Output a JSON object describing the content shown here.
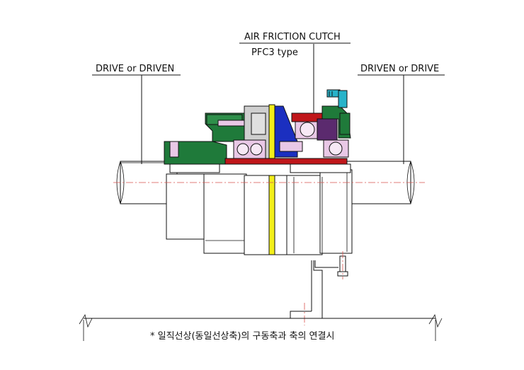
{
  "labels": {
    "clutch_title": "AIR FRICTION CUTCH",
    "clutch_type": "PFC3  type",
    "left_shaft": "DRIVE or DRIVEN",
    "right_shaft": "DRIVEN or DRIVE"
  },
  "caption": "* 일직선상(동일선상축)의 구동축과 축의 연결시",
  "colors": {
    "housing_green": "#1f7a3a",
    "piston_blue": "#1b2fc0",
    "friction_red": "#c0161a",
    "friction_yellow": "#f2ee1a",
    "bearing_pink": "#e9c8e6",
    "fitting_cyan": "#27b3c9",
    "centerline": "#d9534f",
    "body_grey": "#f2f2f2"
  }
}
